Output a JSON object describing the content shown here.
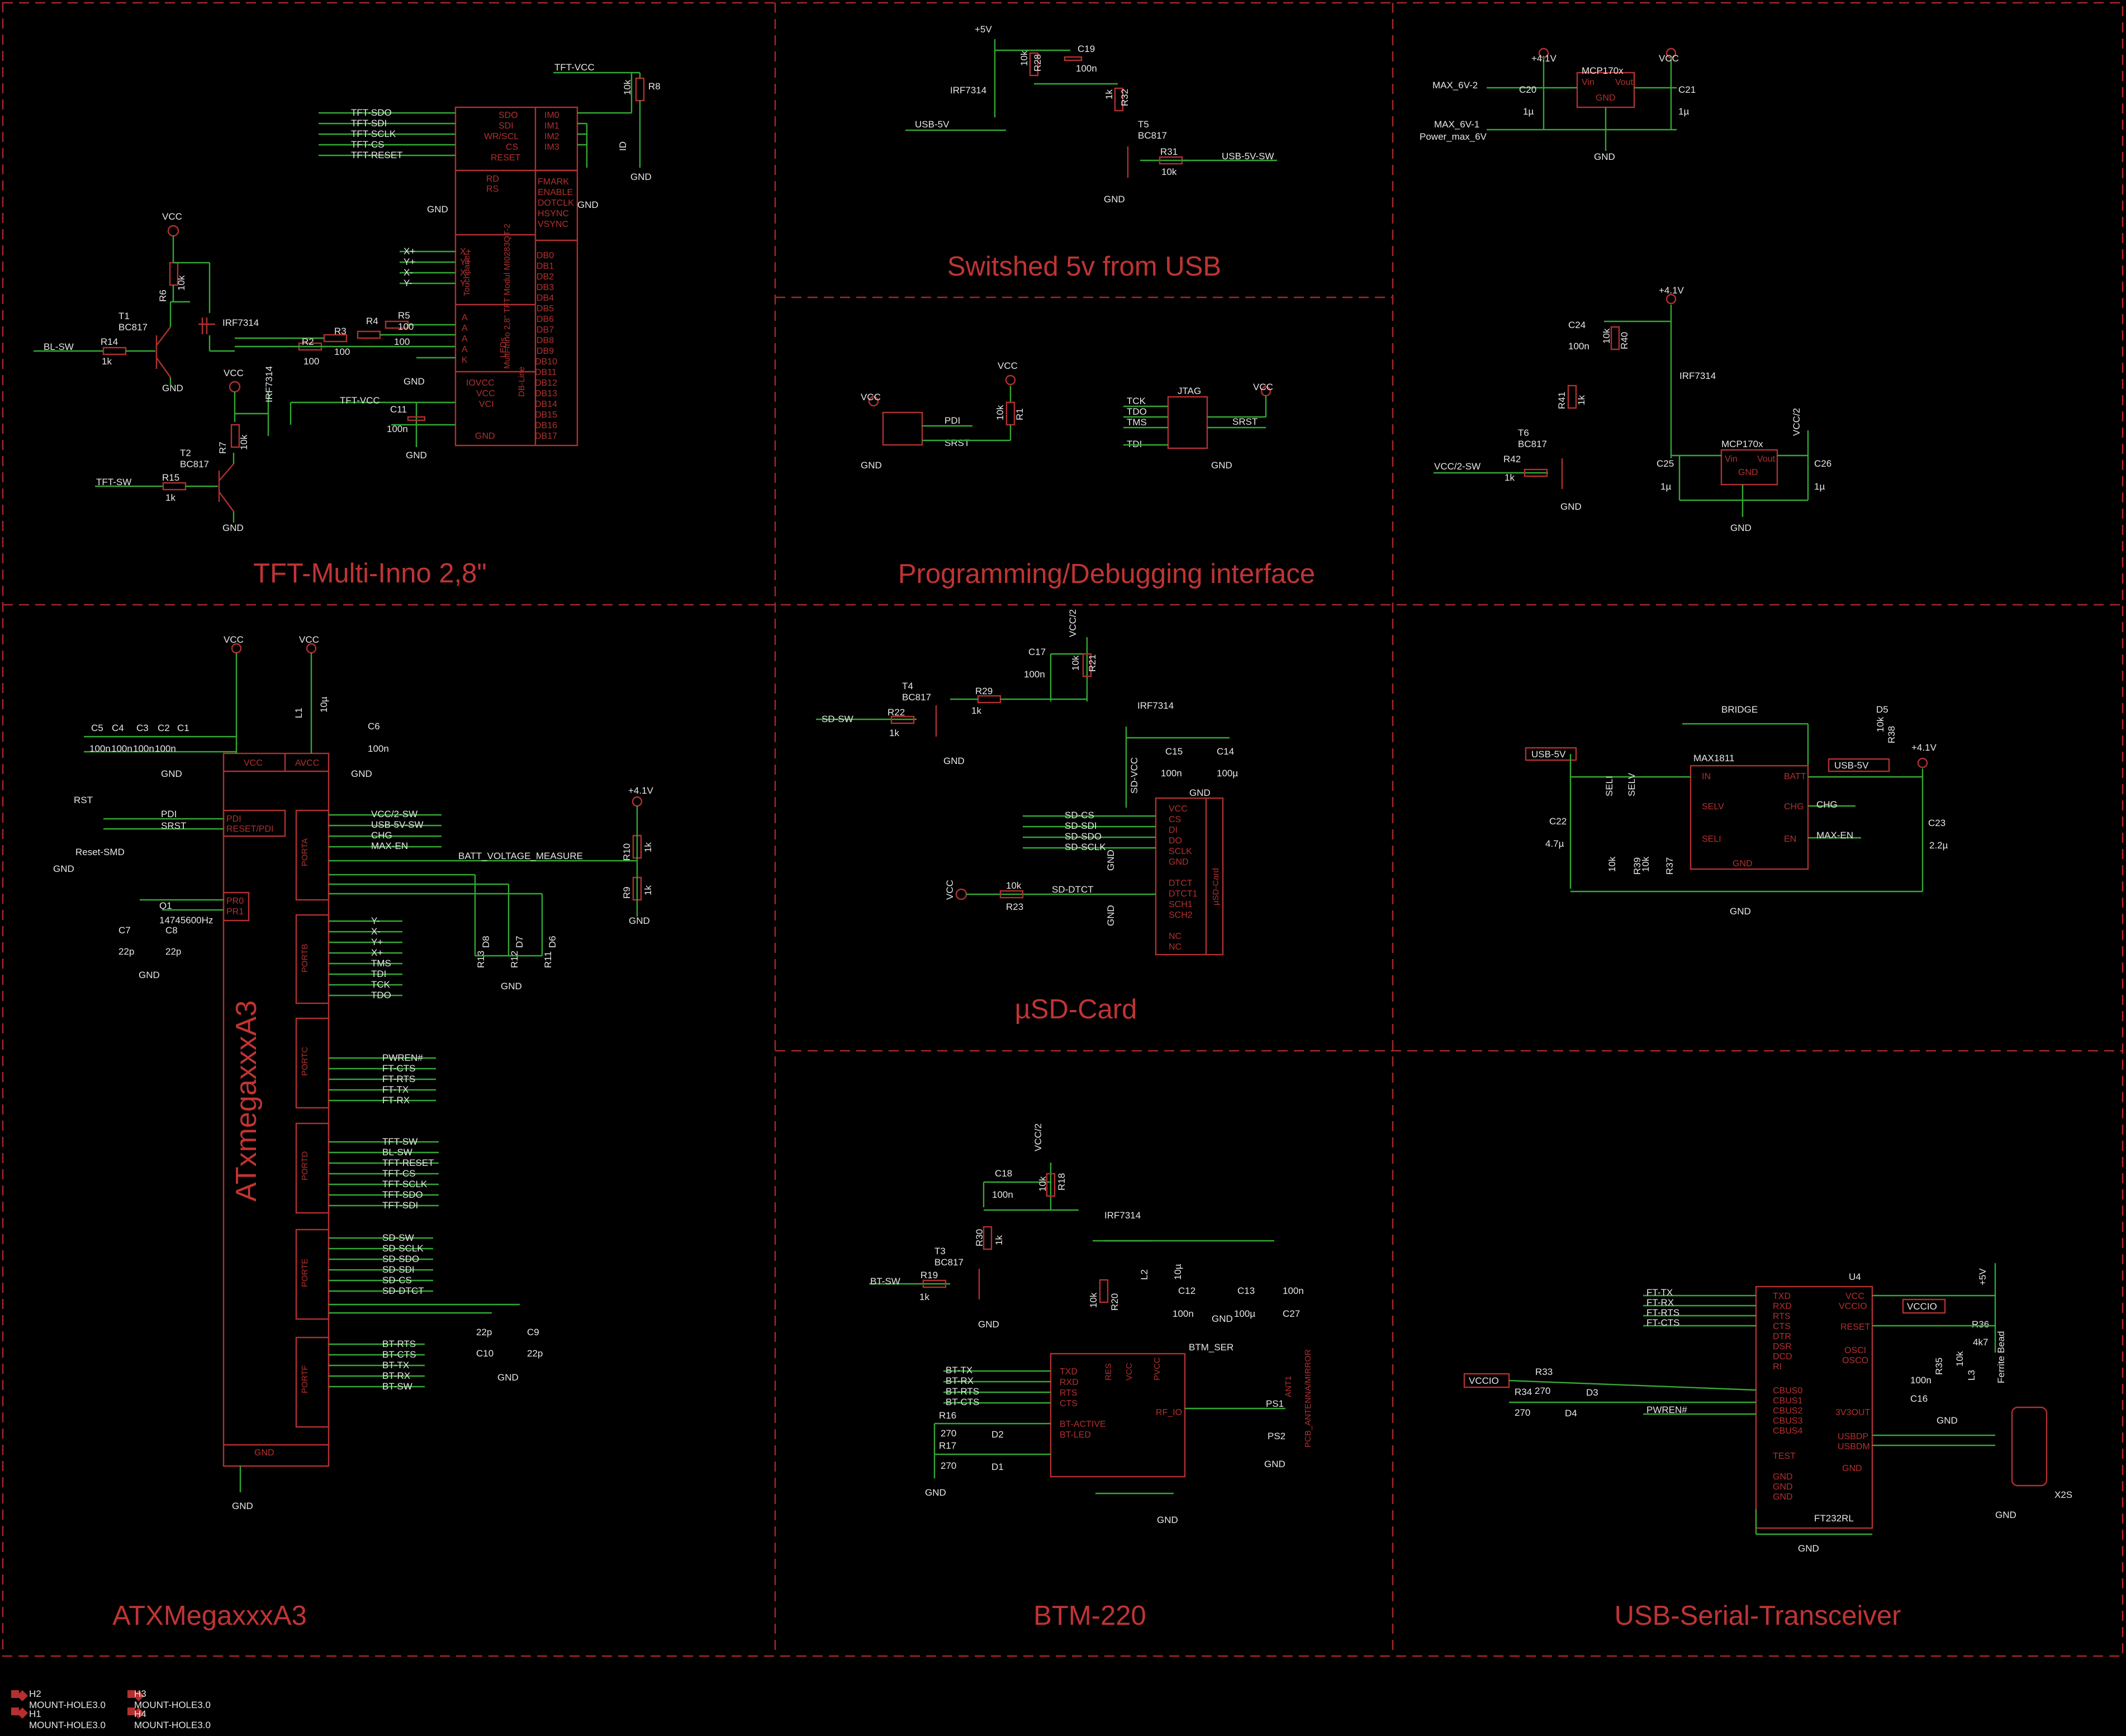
{
  "sections": {
    "tft": "TFT-Multi-Inno 2,8\"",
    "usb5v": "Switshed 5v from USB",
    "prog": "Programming/Debugging interface",
    "mcu": "ATXMegaxxxA3",
    "sd": "µSD-Card",
    "btm": "BTM-220",
    "usbser": "USB-Serial-Transceiver"
  },
  "labels": {
    "tft_vcc_net": "TFT-VCC",
    "tft_nets": [
      "TFT-SDO",
      "TFT-SDI",
      "TFT-SCLK",
      "TFT-CS",
      "TFT-RESET"
    ],
    "tft_pins_left": [
      "SDO",
      "SDI",
      "WR/SCL",
      "CS",
      "RESET"
    ],
    "tft_pins_right": [
      "IM0",
      "IM1",
      "IM2",
      "IM3"
    ],
    "tft_ctrl_pins": [
      "FMARK",
      "ENABLE",
      "DOTCLK",
      "HSYNC",
      "VSYNC"
    ],
    "tft_rd_rs": [
      "RD",
      "RS"
    ],
    "touch_nets": [
      "X+",
      "Y+",
      "X-",
      "Y-"
    ],
    "tft_db": [
      "DB0",
      "DB1",
      "DB2",
      "DB3",
      "DB4",
      "DB5",
      "DB6",
      "DB7",
      "DB8",
      "DB9",
      "DB10",
      "DB11",
      "DB12",
      "DB13",
      "DB14",
      "DB15",
      "DB16",
      "DB17"
    ],
    "tft_led": [
      "A",
      "A",
      "A",
      "A",
      "K"
    ],
    "tft_power": [
      "IOVCC",
      "VCC",
      "VCI",
      "GND"
    ],
    "tft_module": "Multi-Inno 2,8\" TFT Modul MI0283QT-2",
    "touchpanel": "Touchpanel",
    "leds": "LEDs",
    "db_line": "DB-Line",
    "r8": "R8",
    "r8v": "10k",
    "id": "ID",
    "gnd": "GND",
    "vcc": "VCC",
    "bl_sw": "BL-SW",
    "tft_sw": "TFT-SW",
    "r14": "R14",
    "r14v": "1k",
    "r15": "R15",
    "r15v": "1k",
    "t1": "T1",
    "t2": "T2",
    "bc817": "BC817",
    "r6": "R6",
    "r6v": "10k",
    "r7": "R7",
    "r7v": "10k",
    "irf7314": "IRF7314",
    "r2": "R2",
    "r3": "R3",
    "r4": "R4",
    "r5": "R5",
    "r100": "100",
    "c11": "C11",
    "c11v": "100n",
    "usb5v_net": "USB-5V",
    "usb5v_sw": "USB-5V-SW",
    "plus5v": "+5V",
    "r28": "R28",
    "r28v": "10k",
    "c19": "C19",
    "c19v": "100n",
    "r32": "R32",
    "r32v": "1k",
    "t5": "T5",
    "r31": "R31",
    "r31v": "10k",
    "mcp": "MCP170x",
    "vin": "Vin",
    "vout": "Vout",
    "plus41": "+4.1V",
    "max6v2": "MAX_6V-2",
    "max6v1": "MAX_6V-1",
    "powermax": "Power_max_6V",
    "c20": "C20",
    "c21": "C21",
    "c1u": "1µ",
    "c24": "C24",
    "c24v": "100n",
    "r40": "R40",
    "r40v": "10k",
    "r41": "R41",
    "r41v": "1k",
    "t6": "T6",
    "r42": "R42",
    "r42v": "1k",
    "vcc2sw": "VCC/2-SW",
    "vcc2": "VCC/2",
    "c25": "C25",
    "c26": "C26",
    "pdi": "PDI",
    "srst": "SRST",
    "r1": "R1",
    "r1v": "10k",
    "jtag": "JTAG",
    "jtag_nets": [
      "TCK",
      "TDO",
      "TMS",
      "TDI"
    ],
    "avr_pdi": "PDI",
    "mcu_name": "ATxmegaxxxA3",
    "mcu_avcc": "AVCC",
    "mcu_pdi_pins": [
      "PDI",
      "RESET/PDI"
    ],
    "mcu_ports": [
      "PORTA",
      "PORTB",
      "PORTC",
      "PORTD",
      "PORTE",
      "PORTF"
    ],
    "pa_nets": [
      "VCC/2-SW",
      "USB-5V-SW",
      "CHG",
      "MAX-EN",
      "BATT_VOLTAGE_MEASURE"
    ],
    "pb_nets": [
      "Y-",
      "X-",
      "Y+",
      "X+",
      "TMS",
      "TDI",
      "TCK",
      "TDO"
    ],
    "pc_nets": [
      "PWREN#",
      "FT-CTS",
      "FT-RTS",
      "FT-TX",
      "FT-RX"
    ],
    "pd_nets": [
      "TFT-SW",
      "BL-SW",
      "TFT-RESET",
      "TFT-CS",
      "TFT-SCLK",
      "TFT-SDO",
      "TFT-SDI"
    ],
    "pe_nets": [
      "SD-SW",
      "SD-SCLK",
      "SD-SDO",
      "SD-SDI",
      "SD-CS",
      "SD-DTCT"
    ],
    "pf_nets": [
      "BT-RTS",
      "BT-CTS",
      "BT-TX",
      "BT-RX",
      "BT-SW"
    ],
    "caps_mcu": [
      "C5",
      "C4",
      "C3",
      "C2",
      "C1"
    ],
    "c100n": "100n",
    "l1": "L1",
    "l1v": "10µ",
    "c6": "C6",
    "c6v": "100n",
    "rst": "RST",
    "reset_smd": "Reset-SMD",
    "q1": "Q1",
    "xtal": "14745600Hz",
    "c7": "C7",
    "c8": "C8",
    "c22p": "22p",
    "pr0": "PR0",
    "pr1": "PR1",
    "c10": "C10",
    "c9": "C9",
    "r10": "R10",
    "r9": "R9",
    "r1k": "1k",
    "leds_mcu": [
      "D8",
      "D7",
      "D6"
    ],
    "r_leds": [
      "R13",
      "R12",
      "R11"
    ],
    "r270": "270",
    "sd_sw": "SD-SW",
    "r22": "R22",
    "t4": "T4",
    "r29": "R29",
    "r29v": "1k",
    "c17": "C17",
    "c17v": "100n",
    "r21": "R21",
    "r21v": "10k",
    "sd_vcc": "SD-VCC",
    "c15": "C15",
    "c15v": "100n",
    "c14": "C14",
    "c14v": "100µ",
    "sd_nets": [
      "SD-CS",
      "SD-SDI",
      "SD-SDO",
      "SD-SCLK"
    ],
    "sd_pins": [
      "VCC",
      "CS",
      "DI",
      "DO",
      "SCLK",
      "GND",
      "DTCT",
      "DTCT1",
      "SCH1",
      "SCH2",
      "NC",
      "NC"
    ],
    "sd_card": "µSD-Card",
    "sd_dtct": "SD-DTCT",
    "r23": "R23",
    "r23v": "10k",
    "bt_sw": "BT-SW",
    "r19": "R19",
    "t3": "T3",
    "r30": "R30",
    "r30v": "1k",
    "c18": "C18",
    "c18v": "100n",
    "r18": "R18",
    "r18v": "10k",
    "r20": "R20",
    "r20v": "10k",
    "l2": "L2",
    "l2v": "10µ",
    "c12": "C12",
    "c12v": "100n",
    "c13": "C13",
    "c13v": "100µ",
    "c27": "C27",
    "c27v": "100n",
    "btm_ser": "BTM_SER",
    "btm_pins": [
      "TXD",
      "RXD",
      "RTS",
      "CTS",
      "BT-ACTIVE",
      "BT-LED",
      "RES",
      "PVCC",
      "VCC",
      "RF_IO"
    ],
    "bt_nets": [
      "BT-TX",
      "BT-RX",
      "BT-RTS",
      "BT-CTS"
    ],
    "r16": "R16",
    "r17": "R17",
    "d2": "D2",
    "d1": "D1",
    "ant1": "ANT1",
    "pcb_ant": "PCB_ANTENNA/MIRROR",
    "ps1": "PS1",
    "ps2": "PS2",
    "usb5v_tag": "USB-5V",
    "bridge": "BRIDGE",
    "max1811": "MAX1811",
    "max_pins": [
      "IN",
      "SELV",
      "SELI",
      "BATT",
      "CHG",
      "EN",
      "GND"
    ],
    "r38": "R38",
    "d5": "D5",
    "c22": "C22",
    "c22v": "4.7µ",
    "c23": "C23",
    "c23v": "2.2µ",
    "r39": "R39",
    "r37": "R37",
    "seli": "SELI",
    "selv": "SELV",
    "chg": "CHG",
    "max_en": "MAX-EN",
    "u4": "U4",
    "ft232": "FT232RL",
    "ft_pins_left": [
      "TXD",
      "RXD",
      "RTS",
      "CTS",
      "DTR",
      "DSR",
      "DCD",
      "RI",
      "CBUS0",
      "CBUS1",
      "CBUS2",
      "CBUS3",
      "CBUS4",
      "TEST",
      "GND",
      "GND",
      "GND"
    ],
    "ft_pins_right": [
      "VCC",
      "VCCIO",
      "RESET",
      "OSCI",
      "OSCO",
      "3V3OUT",
      "USBDP",
      "USBDM",
      "GND"
    ],
    "ft_nets": [
      "FT-TX",
      "FT-RX",
      "FT-RTS",
      "FT-CTS"
    ],
    "vccio": "VCCIO",
    "pwren": "PWREN#",
    "r33": "R33",
    "r34": "R34",
    "d3": "D3",
    "d4": "D4",
    "r36": "R36",
    "r36v": "4k7",
    "r35": "R35",
    "r35v": "10k",
    "c16": "C16",
    "c16v": "100n",
    "l3": "L3",
    "ferrite": "Ferrite Bead",
    "x2s": "X2S",
    "holes": [
      {
        "name": "H2",
        "label": "MOUNT-HOLE3.0"
      },
      {
        "name": "H3",
        "label": "MOUNT-HOLE3.0"
      },
      {
        "name": "H1",
        "label": "MOUNT-HOLE3.0"
      },
      {
        "name": "H4",
        "label": "MOUNT-HOLE3.0"
      }
    ]
  }
}
